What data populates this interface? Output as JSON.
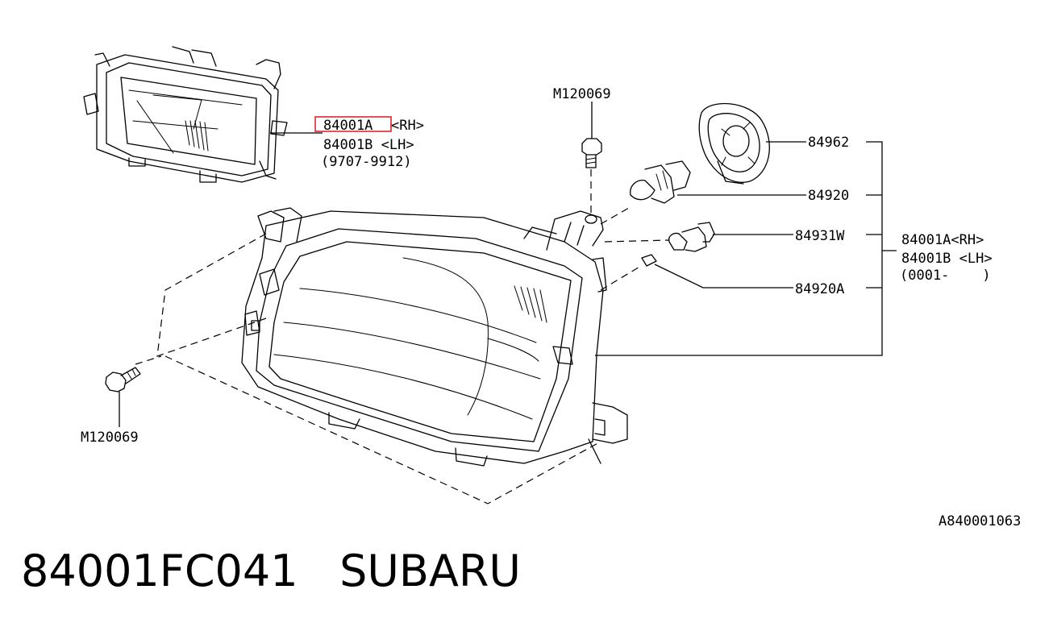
{
  "labels": {
    "bolt_top": "M120069",
    "bolt_bottom": "M120069",
    "rh_top": "84001A",
    "rh_top_suffix": "<RH>",
    "lh_top": "84001B <LH>",
    "date_top": "(9707-9912)",
    "socket": "84962",
    "bulb_main": "84920",
    "bulb_side": "84931W",
    "bulb_small": "84920A",
    "rh_right": "84001A<RH>",
    "lh_right": "84001B <LH>",
    "date_right": "(0001-    )"
  },
  "diagram_id": "A840001063",
  "caption": {
    "part_number": "84001FC041",
    "brand": "SUBARU"
  },
  "colors": {
    "highlight": "#e0262f",
    "ink": "#000000"
  }
}
